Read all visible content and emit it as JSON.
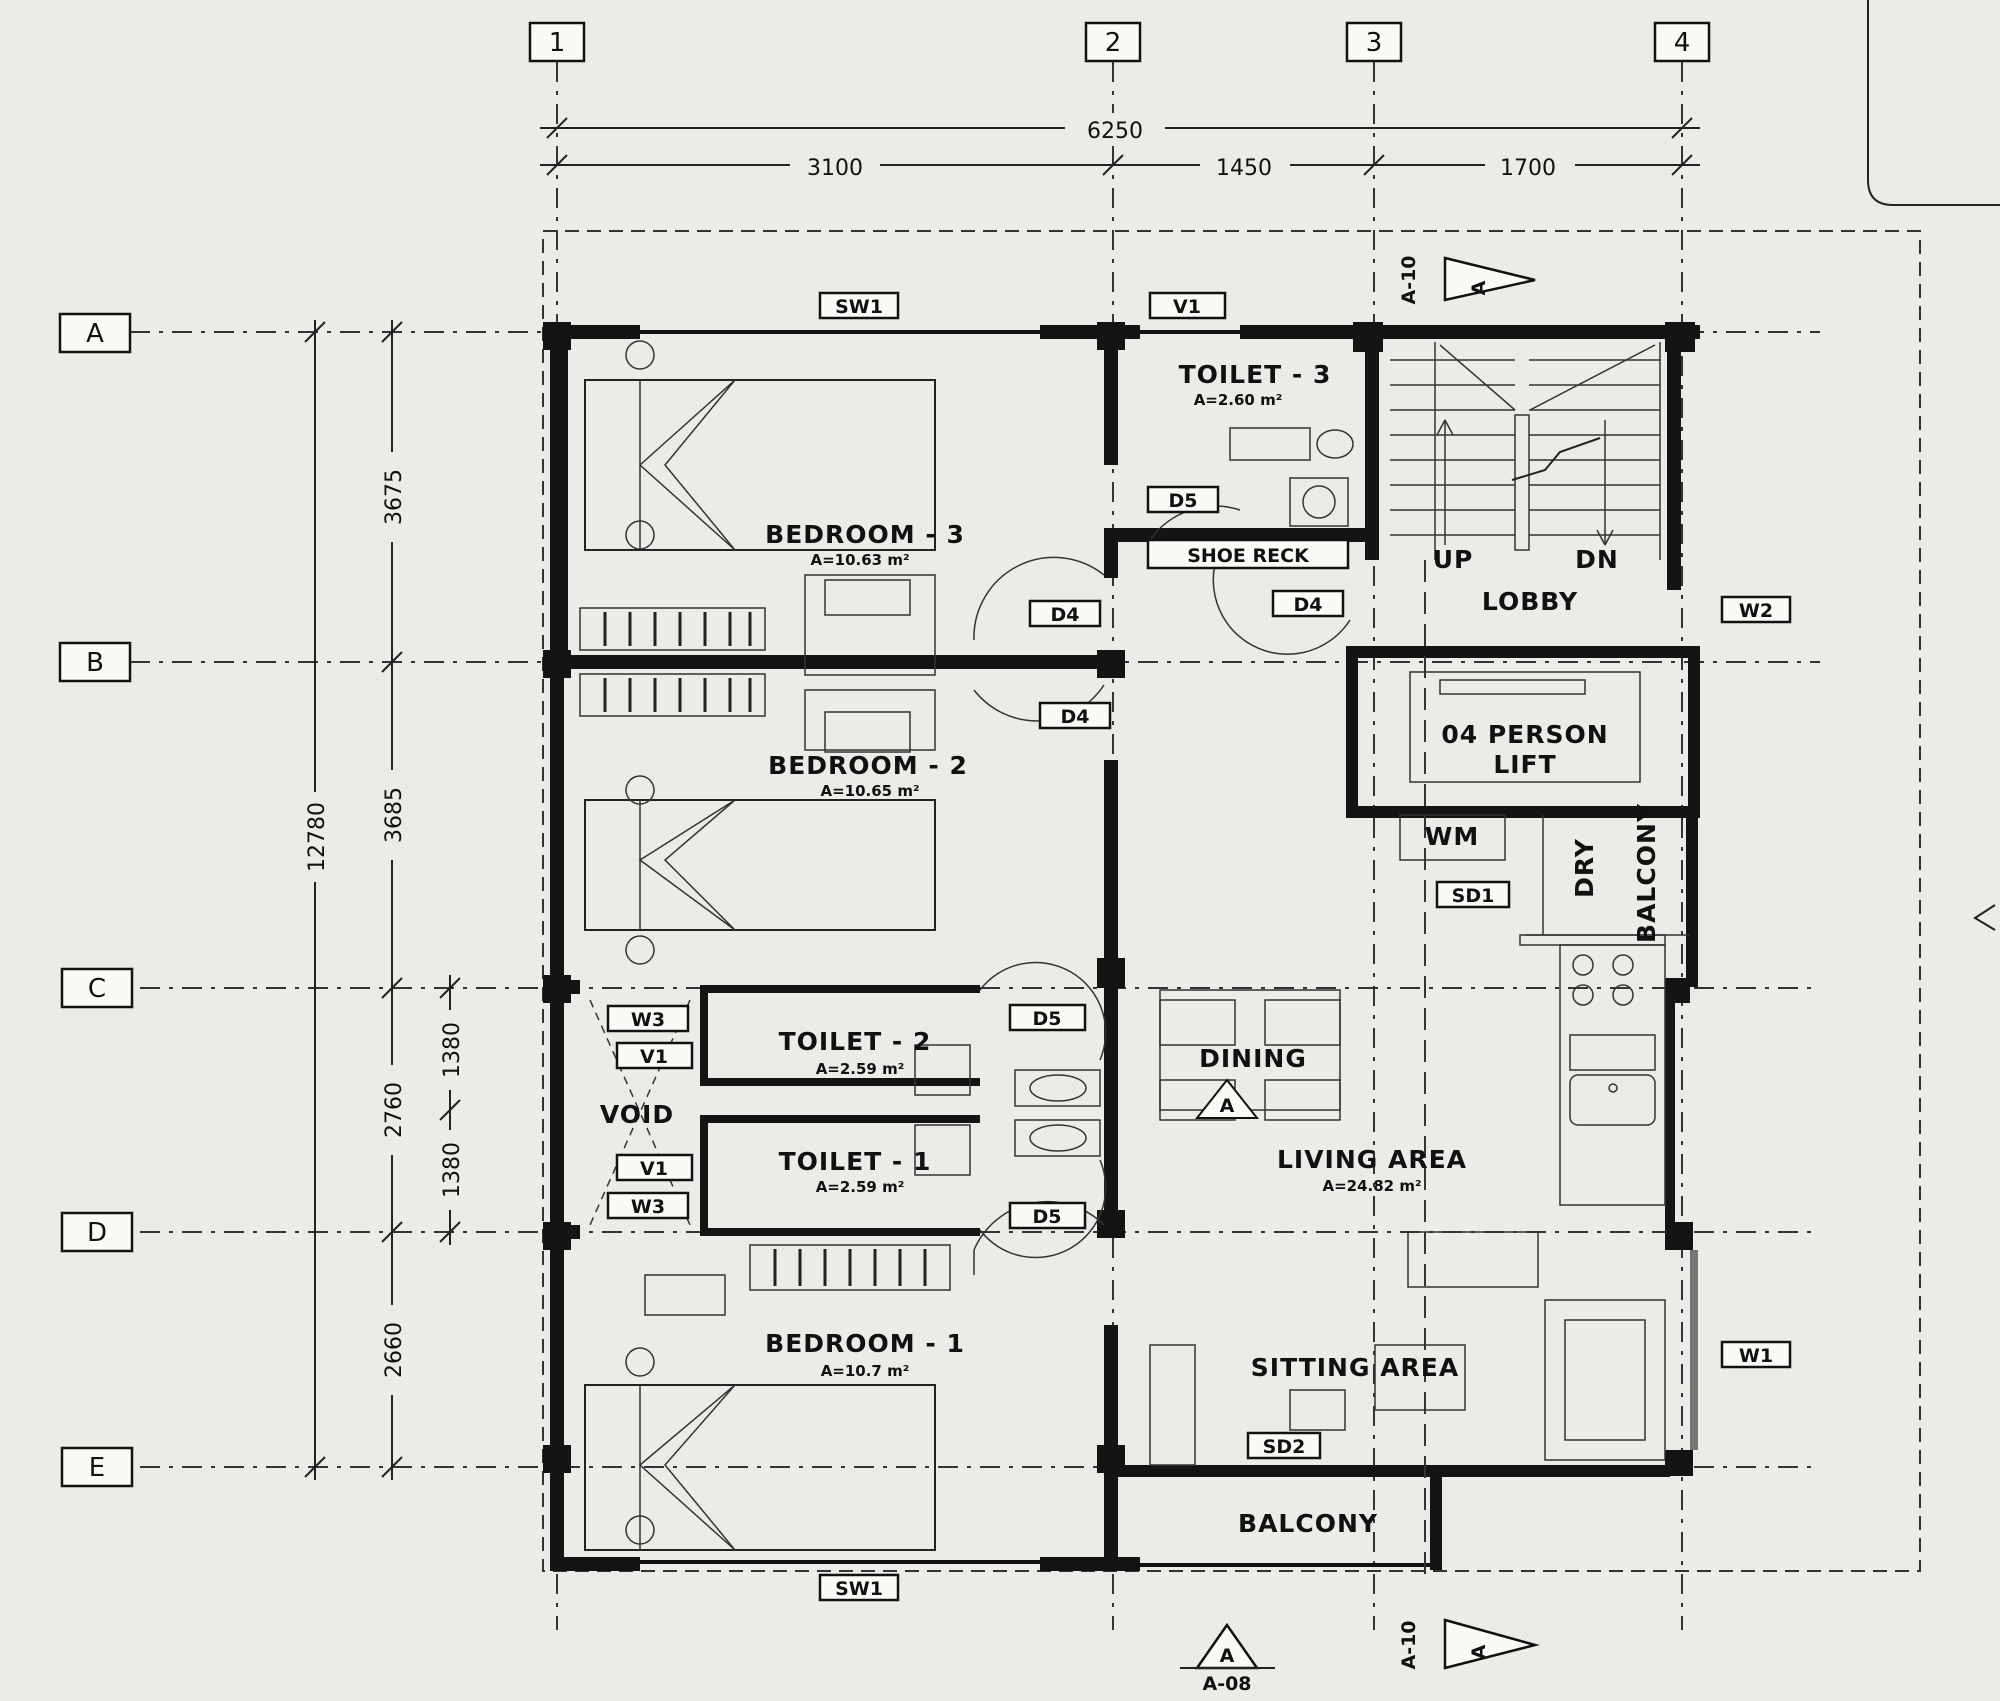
{
  "grid": {
    "columns": [
      "1",
      "2",
      "3",
      "4"
    ],
    "rows": [
      "A",
      "B",
      "C",
      "D",
      "E"
    ]
  },
  "dimensions": {
    "top_overall": "6250",
    "top_segments": [
      "3100",
      "1450",
      "1700"
    ],
    "left_overall": "12780",
    "left_segments": [
      "3675",
      "3685",
      "2760",
      "2660"
    ],
    "left_sub": [
      "1380",
      "1380"
    ]
  },
  "rooms": {
    "bedroom3": {
      "name": "BEDROOM - 3",
      "area": "A=10.63 m²"
    },
    "bedroom2": {
      "name": "BEDROOM - 2",
      "area": "A=10.65 m²"
    },
    "bedroom1": {
      "name": "BEDROOM - 1",
      "area": "A=10.7 m²"
    },
    "toilet3": {
      "name": "TOILET - 3",
      "area": "A=2.60 m²"
    },
    "toilet2": {
      "name": "TOILET - 2",
      "area": "A=2.59 m²"
    },
    "toilet1": {
      "name": "TOILET - 1",
      "area": "A=2.59 m²"
    },
    "void": {
      "name": "VOID"
    },
    "dining": {
      "name": "DINING"
    },
    "living": {
      "name": "LIVING AREA",
      "area": "A=24.82 m²"
    },
    "sitting": {
      "name": "SITTING AREA"
    },
    "balcony": {
      "name": "BALCONY"
    },
    "lobby": {
      "name": "LOBBY"
    },
    "lift": {
      "line1": "04 PERSON",
      "line2": "LIFT"
    },
    "shoe_rack": {
      "name": "SHOE RECK"
    },
    "wm": {
      "name": "WM"
    },
    "dry_balcony": {
      "line1": "DRY",
      "line2": "BALCONY"
    }
  },
  "stair": {
    "up": "UP",
    "down": "DN"
  },
  "tags": {
    "sw1_top": "SW1",
    "sw1_bottom": "SW1",
    "v1_top": "V1",
    "v1_upper": "V1",
    "v1_lower": "V1",
    "w1": "W1",
    "w2": "W2",
    "w3_upper": "W3",
    "w3_lower": "W3",
    "d4_b3": "D4",
    "d4_lobby": "D4",
    "d4_b2": "D4",
    "d5_t3": "D5",
    "d5_t2": "D5",
    "d5_t1": "D5",
    "sd1": "SD1",
    "sd2": "SD2"
  },
  "section_marks": {
    "letter": "A",
    "sheet_a10_top": "A-10",
    "sheet_a10_bottom": "A-10",
    "sheet_a08": "A-08"
  }
}
